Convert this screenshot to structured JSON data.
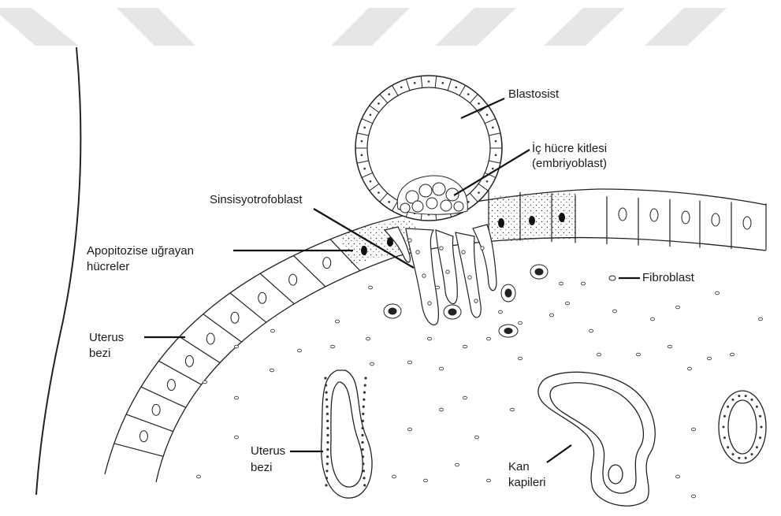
{
  "labels": {
    "blastosist": "Blastosist",
    "ic_hucre_line1": "İç hücre kitlesi",
    "ic_hucre_line2": "(embriyoblast)",
    "sinsisyo": "Sinsisyotrofoblast",
    "apopitoz_line1": "Apopitozise uğrayan",
    "apopitoz_line2": "hücreler",
    "fibroblast": "Fibroblast",
    "uterus_bezi_left_1": "Uterus",
    "uterus_bezi_left_2": "bezi",
    "uterus_bezi_bottom_1": "Uterus",
    "uterus_bezi_bottom_2": "bezi",
    "kan_1": "Kan",
    "kan_2": "kapileri"
  },
  "colors": {
    "watermark": "#e6e6e6",
    "ink": "#1a1a1a"
  }
}
